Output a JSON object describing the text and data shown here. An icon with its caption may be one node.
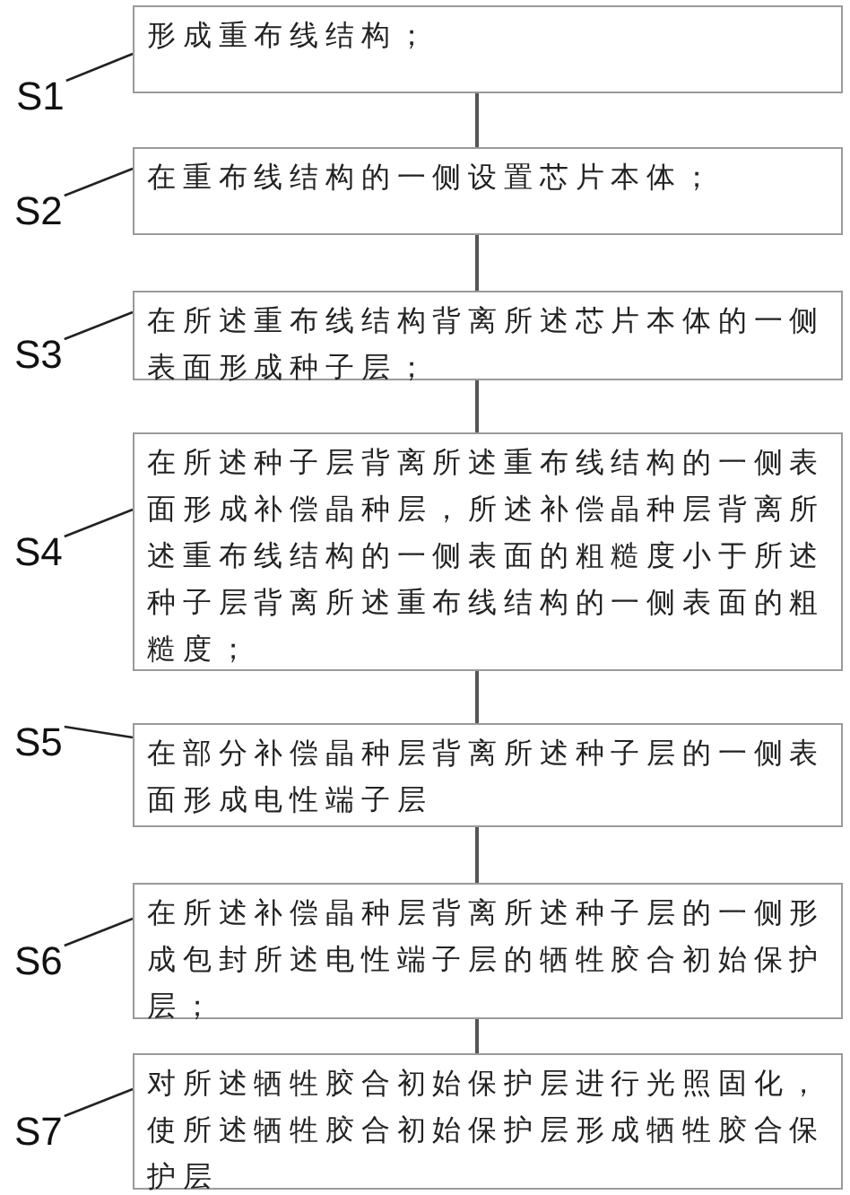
{
  "diagram": {
    "nodes": [
      {
        "text": [
          "形成重布线结构；"
        ]
      },
      {
        "text": [
          "在重布线结构的一侧设置芯片本体；"
        ]
      },
      {
        "text": [
          "在所述重布线结构背离所述芯片本体的一侧表面形成种子层；"
        ]
      },
      {
        "text": [
          "在所述种子层背离所述重布线结构的一侧表面形成补偿晶种层，所述补偿晶种层背离所述重布线结构的一侧表面的粗糙度小于所述种子层背离所述重布线结构的一侧表面的粗糙度；"
        ]
      },
      {
        "text": [
          "在部分补偿晶种层背离所述种子层的一侧表面形成电性端子层"
        ]
      },
      {
        "text": [
          "在所述补偿晶种层背离所述种子层的一侧形成包封所述电性端子层的牺牲胶合初始保护层；"
        ]
      },
      {
        "text": [
          "对所述牺牲胶合初始保护层进行光照固化，使所述牺牲胶合初始保护层形成牺牲胶合保护层"
        ]
      },
      {
        "text": [
          "S1"
        ]
      },
      {
        "text": [
          "S2"
        ]
      },
      {
        "text": [
          "S3"
        ]
      },
      {
        "text": [
          "S4"
        ]
      },
      {
        "text": [
          "S5"
        ]
      },
      {
        "text": [
          "S6"
        ]
      },
      {
        "text": [
          "S7"
        ]
      }
    ],
    "edges": [
      {
        "from": 0,
        "to": 1,
        "arrow": "none"
      },
      {
        "from": 1,
        "to": 2,
        "arrow": "none"
      },
      {
        "from": 2,
        "to": 3,
        "arrow": "none"
      },
      {
        "from": 3,
        "to": 4,
        "arrow": "none"
      },
      {
        "from": 4,
        "to": 5,
        "arrow": "none"
      },
      {
        "from": 5,
        "to": 6,
        "arrow": "none"
      },
      {
        "from": 7,
        "to": 0,
        "arrow": "none"
      },
      {
        "from": 8,
        "to": 1,
        "arrow": "none"
      },
      {
        "from": 9,
        "to": 2,
        "arrow": "none"
      },
      {
        "from": 10,
        "to": 3,
        "arrow": "none"
      },
      {
        "from": 11,
        "to": 4,
        "arrow": "none"
      },
      {
        "from": 12,
        "to": 5,
        "arrow": "none"
      },
      {
        "from": 13,
        "to": 6,
        "arrow": "none"
      }
    ]
  }
}
